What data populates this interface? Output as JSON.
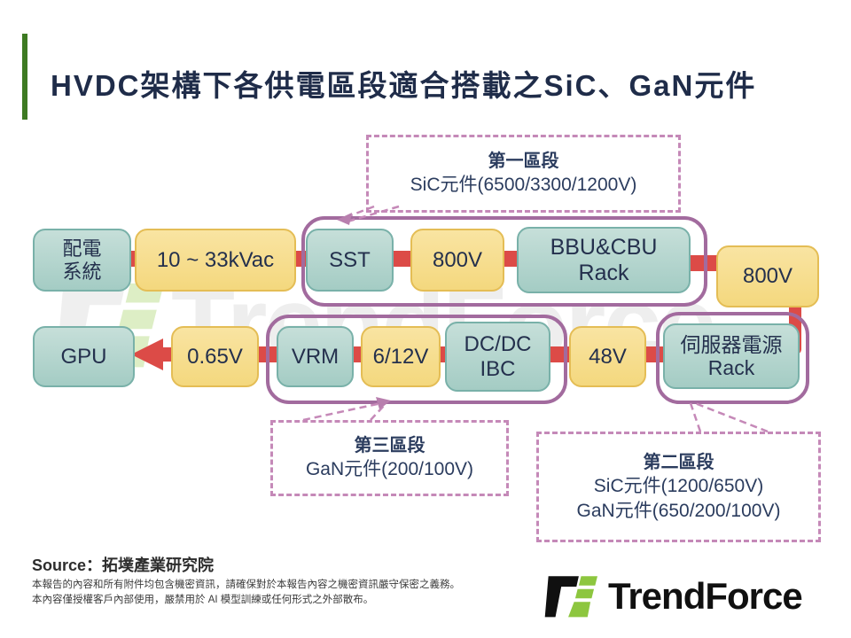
{
  "title": "HVDC架構下各供電區段適合搭載之SiC、GaN元件",
  "colors": {
    "title_accent_bar": "#3d7a22",
    "title_text": "#1f2c49",
    "node_teal_fill": "#a4ccc4",
    "node_teal_border": "#79b1a9",
    "node_yellow_fill": "#f4d87e",
    "node_yellow_border": "#e4bd55",
    "connector_red": "#dc4b47",
    "group_border_purple": "#a26b9e",
    "callout_border_pink": "#c589b8",
    "logo_green": "#8dc63f",
    "logo_black": "#101010"
  },
  "nodes": {
    "dist": {
      "line1": "配電",
      "line2": "系統"
    },
    "kvac": "10 ~ 33kVac",
    "sst": "SST",
    "v800a": "800V",
    "bbu": {
      "line1": "BBU&CBU",
      "line2": "Rack"
    },
    "v800b": "800V",
    "gpu": "GPU",
    "v065": "0.65V",
    "vrm": "VRM",
    "v612": "6/12V",
    "dcdc": {
      "line1": "DC/DC",
      "line2": "IBC"
    },
    "v48": "48V",
    "rack": {
      "line1": "伺服器電源",
      "line2": "Rack"
    }
  },
  "callouts": {
    "segment1": {
      "title": "第一區段",
      "lines": [
        "SiC元件(6500/3300/1200V)"
      ]
    },
    "segment3": {
      "title": "第三區段",
      "lines": [
        "GaN元件(200/100V)"
      ]
    },
    "segment2": {
      "title": "第二區段",
      "lines": [
        "SiC元件(1200/650V)",
        "GaN元件(650/200/100V)"
      ]
    }
  },
  "source": "Source：拓墣產業研究院",
  "disclaimer": [
    "本報告的內容和所有附件均包含機密資訊，請確保對於本報告內容之機密資訊嚴守保密之義務。",
    "本內容僅授權客戶內部使用，嚴禁用於 AI 模型訓練或任何形式之外部散布。"
  ],
  "logo_text": "TrendForce",
  "watermark_text": "TrendForce"
}
